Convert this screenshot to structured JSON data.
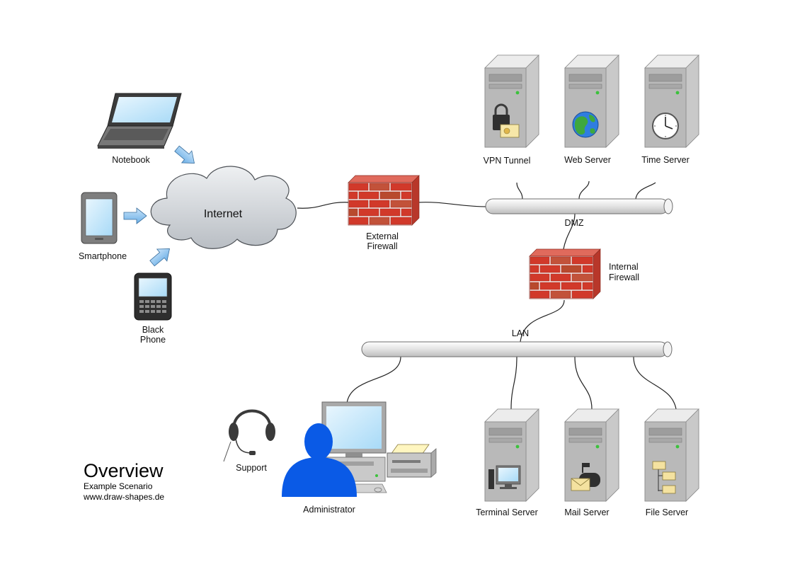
{
  "labels": {
    "notebook": "Notebook",
    "internet": "Internet",
    "smartphone": "Smartphone",
    "black_phone_1": "Black",
    "black_phone_2": "Phone",
    "external_fw_1": "External",
    "external_fw_2": "Firewall",
    "vpn": "VPN Tunnel",
    "web": "Web Server",
    "time": "Time Server",
    "dmz": "DMZ",
    "internal_fw_1": "Internal",
    "internal_fw_2": "Firewall",
    "lan": "LAN",
    "support": "Support",
    "administrator": "Administrator",
    "terminal": "Terminal Server",
    "mail": "Mail Server",
    "file": "File Server"
  },
  "legend": {
    "title": "Overview",
    "subtitle": "Example  Scenario",
    "site": "www.draw-shapes.de"
  },
  "colors": {
    "server_face": "#b9b9b9",
    "server_side": "#d6d6d6",
    "server_top": "#e6e6e6",
    "brick": "#d1392a",
    "brick_dark": "#a8261a",
    "mortar": "#f2ecea",
    "cloud": "#cfd3d8",
    "arrow": "#8fc3ee",
    "screen": "#bfe4fa",
    "person": "#0a5ae6",
    "bus": "#e4e4e4",
    "led": "#3cc23c"
  }
}
